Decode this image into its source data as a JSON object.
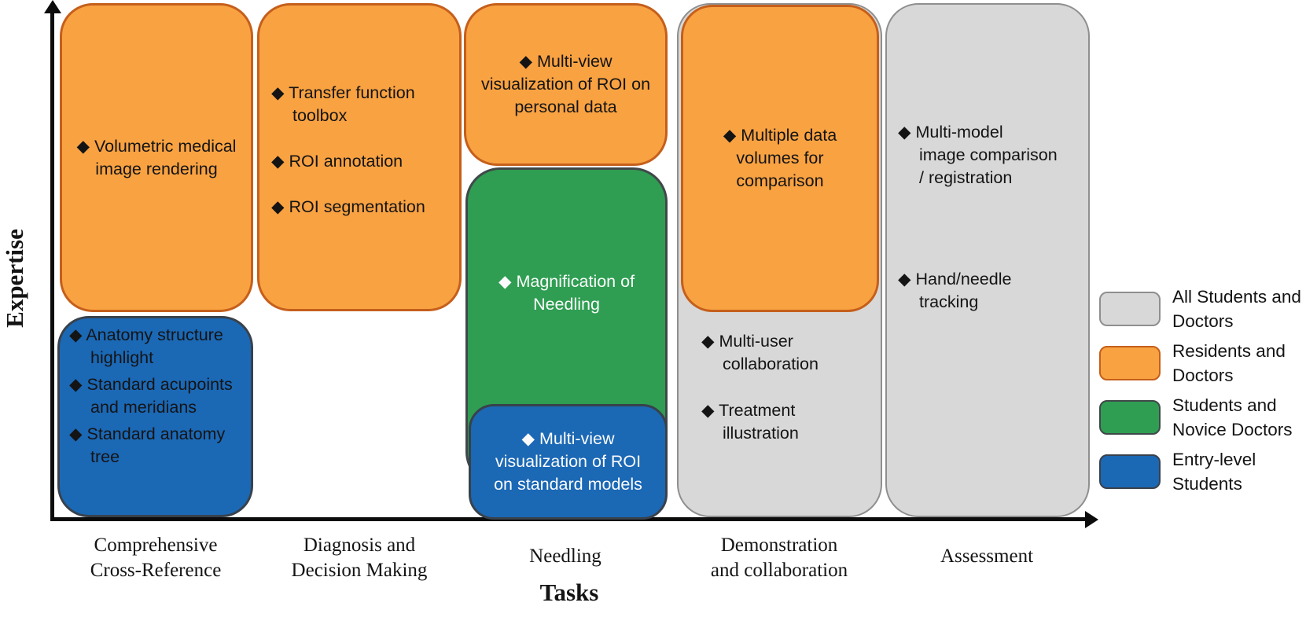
{
  "axes": {
    "y_label": "Expertise",
    "x_label": "Tasks"
  },
  "colors": {
    "orange": "#F9A242",
    "orange_border": "#C55F1B",
    "green": "#2F9E52",
    "blue": "#1B68B5",
    "gray": "#D8D8D8",
    "axis": "#0C0C0C"
  },
  "columns": [
    {
      "label": "Comprehensive\nCross-Reference",
      "boxes": [
        {
          "group": "Residents and Doctors",
          "items": [
            "◆ Volumetric medical\nimage rendering"
          ]
        },
        {
          "group": "Entry-level Students",
          "items": [
            "◆ Anatomy structure\nhighlight",
            "◆ Standard acupoints\nand meridians",
            "◆ Standard anatomy\ntree"
          ]
        }
      ]
    },
    {
      "label": "Diagnosis and\nDecision Making",
      "boxes": [
        {
          "group": "Residents and Doctors",
          "items": [
            "◆ Transfer function\ntoolbox",
            "◆ ROI annotation",
            "◆ ROI segmentation"
          ]
        }
      ]
    },
    {
      "label": "Needling",
      "boxes": [
        {
          "group": "Residents and Doctors",
          "items": [
            "◆ Multi-view\nvisualization of ROI on\npersonal data"
          ]
        },
        {
          "group": "Students and Novice Doctors",
          "items": [
            "◆ Magnification of\nNeedling"
          ]
        },
        {
          "group": "Entry-level Students",
          "items": [
            "◆ Multi-view\nvisualization of ROI\non standard models"
          ]
        }
      ]
    },
    {
      "label": "Demonstration\nand collaboration",
      "boxes": [
        {
          "group": "All Students and Doctors",
          "items": [
            "◆ Multi-user\ncollaboration",
            "◆ Treatment\nillustration"
          ]
        },
        {
          "group": "Residents and Doctors",
          "items": [
            "◆ Multiple data\nvolumes for\ncomparison"
          ]
        }
      ]
    },
    {
      "label": "Assessment",
      "boxes": [
        {
          "group": "All Students and Doctors",
          "items": [
            "◆ Multi-model\nimage comparison\n/ registration",
            "◆ Hand/needle\ntracking"
          ]
        }
      ]
    }
  ],
  "legend": {
    "items": [
      {
        "label": "All Students and\nDoctors",
        "color": "#D8D8D8"
      },
      {
        "label": "Residents and\nDoctors",
        "color": "#F9A242"
      },
      {
        "label": "Students and\nNovice Doctors",
        "color": "#2F9E52"
      },
      {
        "label": "Entry-level\nStudents",
        "color": "#1B68B5"
      }
    ]
  }
}
